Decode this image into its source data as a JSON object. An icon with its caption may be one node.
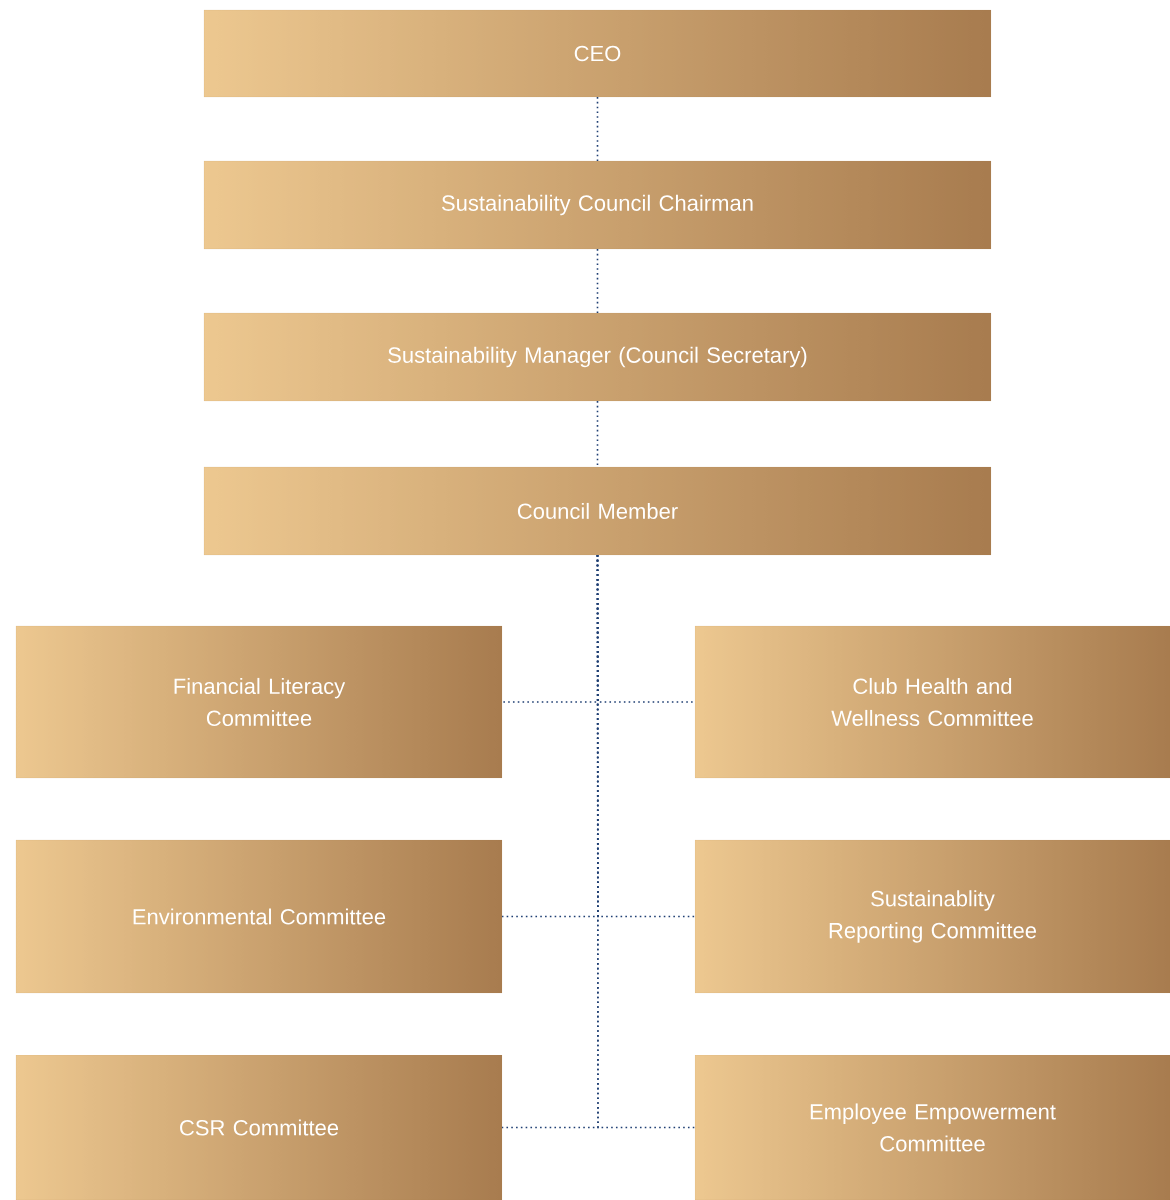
{
  "diagram": {
    "nodes": [
      {
        "text": [
          "CEO"
        ]
      },
      {
        "text": [
          "Sustainability Council Chairman"
        ]
      },
      {
        "text": [
          "Sustainability Manager (Council Secretary)"
        ]
      },
      {
        "text": [
          "Council Member"
        ]
      },
      {
        "text": [
          "Financial Literacy Committee"
        ]
      },
      {
        "text": [
          "Club Health and Wellness Committee"
        ]
      },
      {
        "text": [
          "Environmental Committee"
        ]
      },
      {
        "text": [
          "Sustainablity Reporting Committee"
        ]
      },
      {
        "text": [
          "CSR Committee"
        ]
      },
      {
        "text": [
          "Employee Empowerment Committee"
        ]
      }
    ],
    "edges": [
      {
        "from": 0,
        "to": 1,
        "arrow": "none"
      },
      {
        "from": 1,
        "to": 2,
        "arrow": "none"
      },
      {
        "from": 2,
        "to": 3,
        "arrow": "none"
      },
      {
        "from": 3,
        "to": 4,
        "arrow": "none"
      },
      {
        "from": 3,
        "to": 5,
        "arrow": "none"
      },
      {
        "from": 3,
        "to": 6,
        "arrow": "none"
      },
      {
        "from": 3,
        "to": 7,
        "arrow": "none"
      },
      {
        "from": 3,
        "to": 8,
        "arrow": "none"
      },
      {
        "from": 3,
        "to": 9,
        "arrow": "none"
      }
    ]
  }
}
